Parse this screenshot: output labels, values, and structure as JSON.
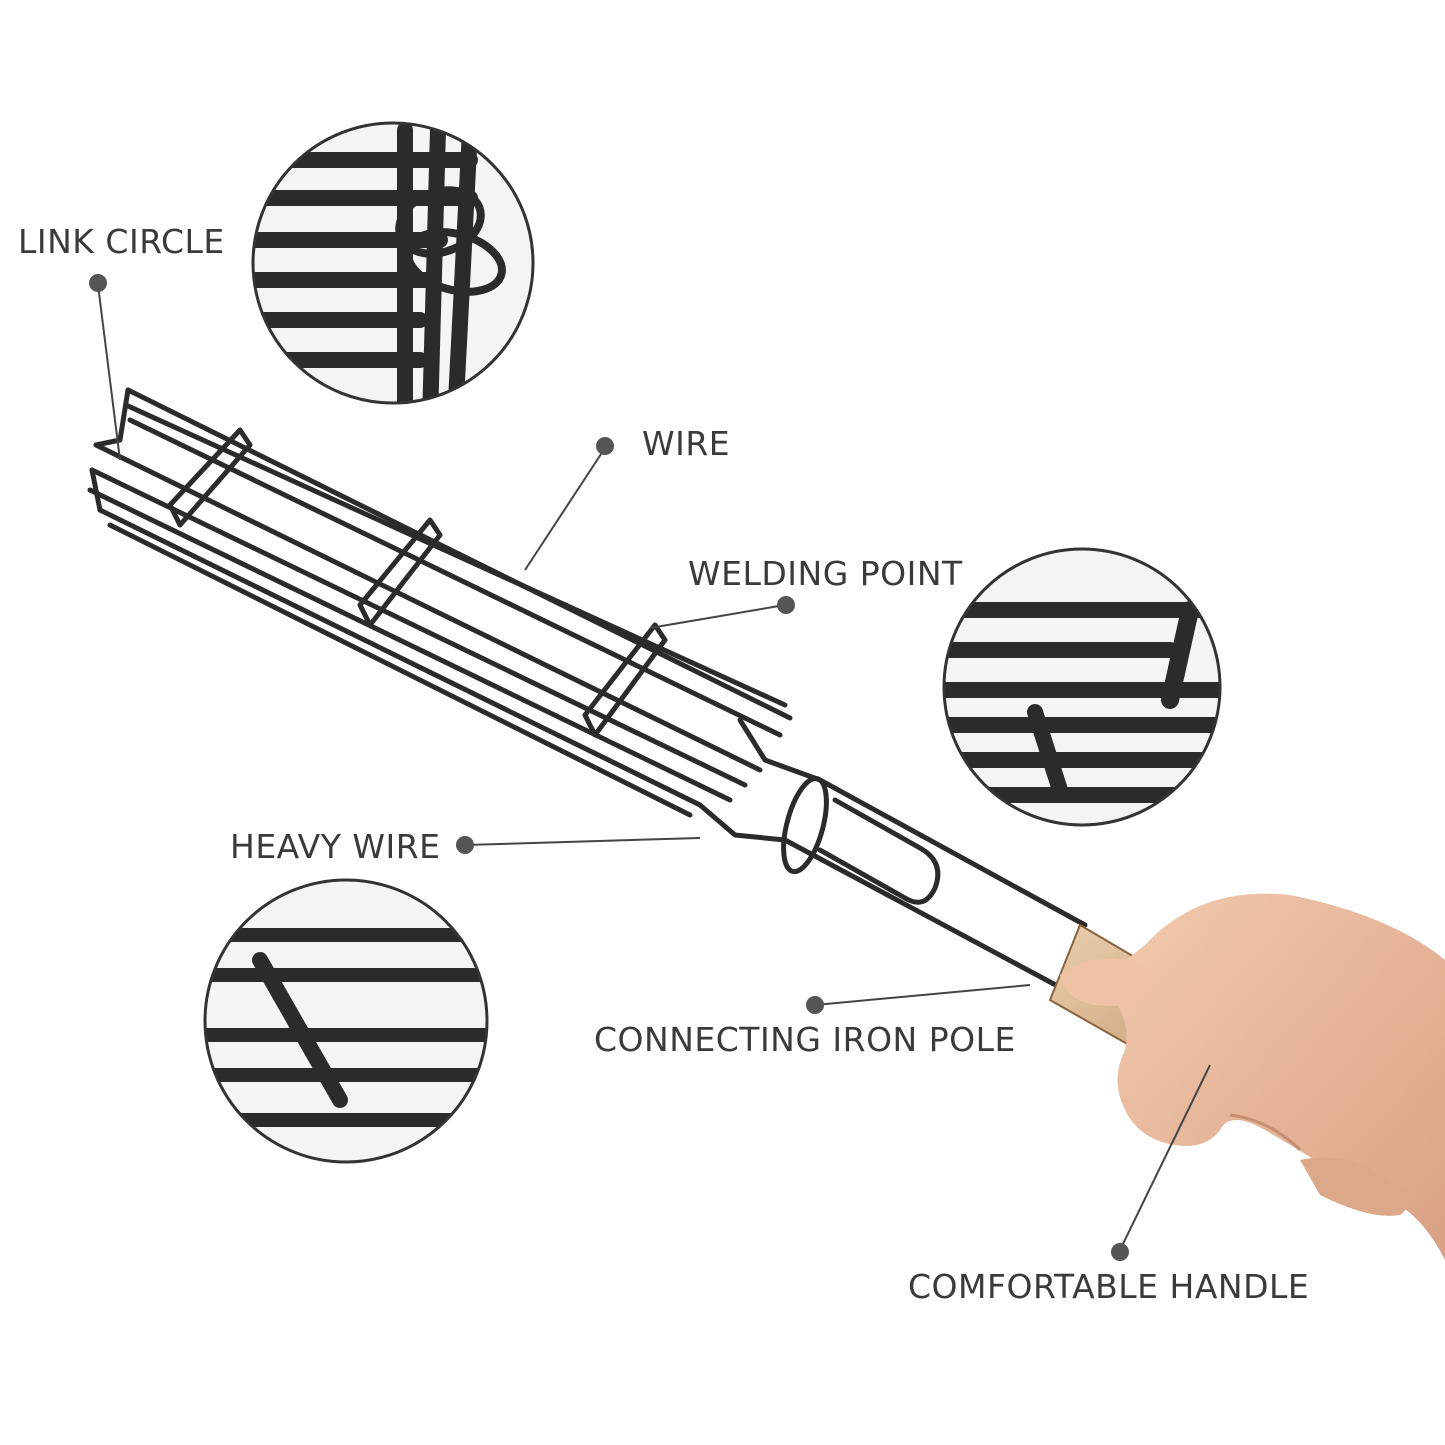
{
  "labels": {
    "link_circle": "LINK CIRCLE",
    "wire": "WIRE",
    "welding_point": "WELDING POINT",
    "heavy_wire": "HEAVY WIRE",
    "connecting_iron_pole": "CONNECTING IRON POLE",
    "comfortable_handle": "COMFORTABLE HANDLE"
  },
  "colors": {
    "wire": "#2b2b2b",
    "leader": "#444444",
    "handle_wood": "#c9a47e",
    "skin": "#e6b79a",
    "text": "#3a3a3a"
  }
}
